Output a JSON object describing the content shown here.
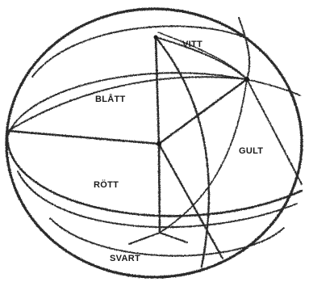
{
  "regions": {
    "vitt": "VITT",
    "blatt": "BLÅTT",
    "gult": "GULT",
    "rott": "RÖTT",
    "svart": "SVART"
  },
  "colors": {
    "ink": "#2a2a2a",
    "background": "#ffffff"
  }
}
